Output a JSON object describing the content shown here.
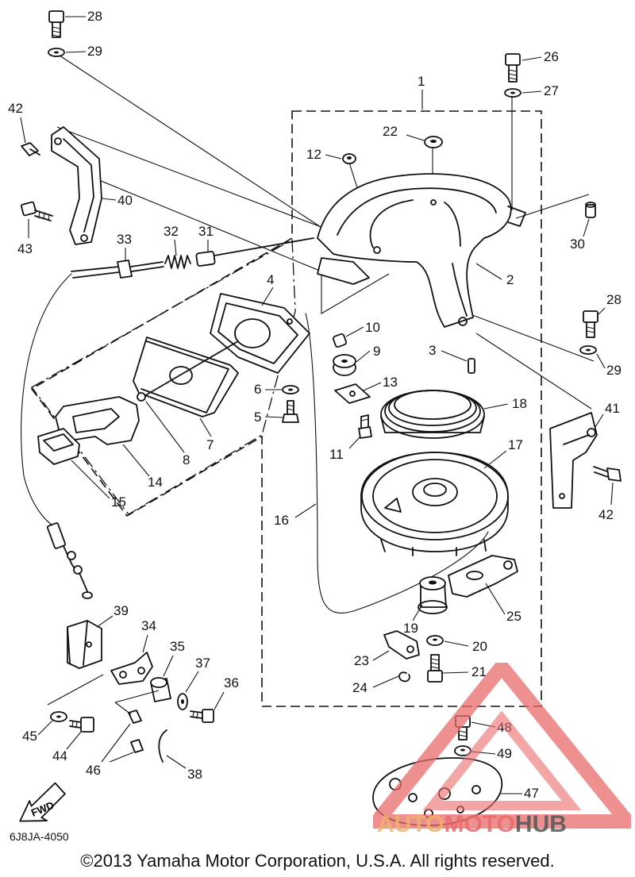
{
  "diagram": {
    "code": "6J8JA-4050",
    "fwd_label": "FWD",
    "copyright": "©2013 Yamaha Motor Corporation, U.S.A. All rights reserved.",
    "watermark": {
      "part1": "AUTO",
      "part2": "MOTO",
      "part3": "HUB"
    },
    "callouts": {
      "n1": "1",
      "n2": "2",
      "n3": "3",
      "n4": "4",
      "n5": "5",
      "n6": "6",
      "n7": "7",
      "n8": "8",
      "n9": "9",
      "n10": "10",
      "n11": "11",
      "n12": "12",
      "n13": "13",
      "n14": "14",
      "n15": "15",
      "n16": "16",
      "n17": "17",
      "n18": "18",
      "n19": "19",
      "n20": "20",
      "n21": "21",
      "n22": "22",
      "n23": "23",
      "n24": "24",
      "n25": "25",
      "n26": "26",
      "n27": "27",
      "n28a": "28",
      "n28b": "28",
      "n29a": "29",
      "n29b": "29",
      "n30": "30",
      "n31": "31",
      "n32": "32",
      "n33": "33",
      "n34": "34",
      "n35": "35",
      "n36": "36",
      "n37": "37",
      "n38": "38",
      "n39": "39",
      "n40": "40",
      "n41": "41",
      "n42a": "42",
      "n42b": "42",
      "n43": "43",
      "n44": "44",
      "n45": "45",
      "n46": "46",
      "n47": "47",
      "n48": "48",
      "n49": "49"
    },
    "colors": {
      "line": "#111111",
      "watermark_red": "#e96b6b",
      "watermark_orange": "#f0b46a"
    }
  }
}
